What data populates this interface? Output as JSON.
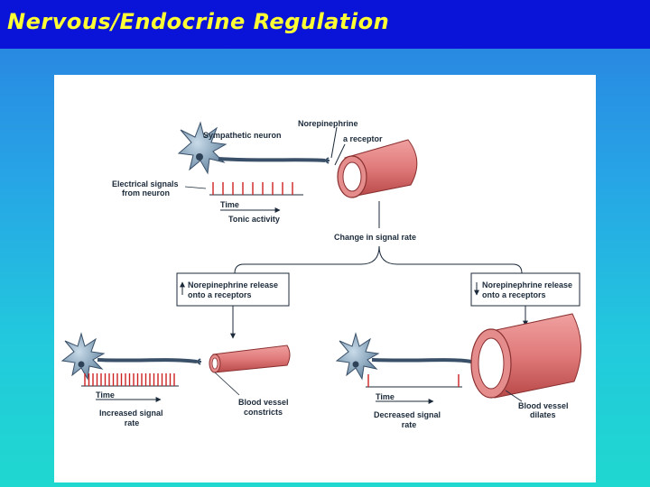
{
  "slide": {
    "title": "Nervous/Endocrine Regulation"
  },
  "diagram": {
    "top": {
      "neuron_label": "Sympathetic neuron",
      "transmitter_label": "Norepinephrine",
      "receptor_label": "a receptor",
      "electrical_signals_line1": "Electrical signals",
      "electrical_signals_line2": "from neuron",
      "time_label": "Time",
      "tonic_label": "Tonic activity"
    },
    "change_label": "Change in signal rate",
    "left_branch": {
      "box_line1": "Norepinephrine release",
      "box_line2": "onto a receptors",
      "box_arrow": "up",
      "time_label": "Time",
      "rate_line1": "Increased signal",
      "rate_line2": "rate",
      "vessel_line1": "Blood vessel",
      "vessel_line2": "constricts"
    },
    "right_branch": {
      "box_line1": "Norepinephrine release",
      "box_line2": "onto a receptors",
      "box_arrow": "down",
      "time_label": "Time",
      "rate_line1": "Decreased signal",
      "rate_line2": "rate",
      "vessel_line1": "Blood vessel",
      "vessel_line2": "dilates"
    },
    "colors": {
      "neuron": "#7a9ab5",
      "vessel": "#e07a7a",
      "vessel_dark": "#b84848",
      "spike": "#cc2222",
      "title_text": "#ffff33",
      "title_bar": "#0a14d8"
    }
  }
}
